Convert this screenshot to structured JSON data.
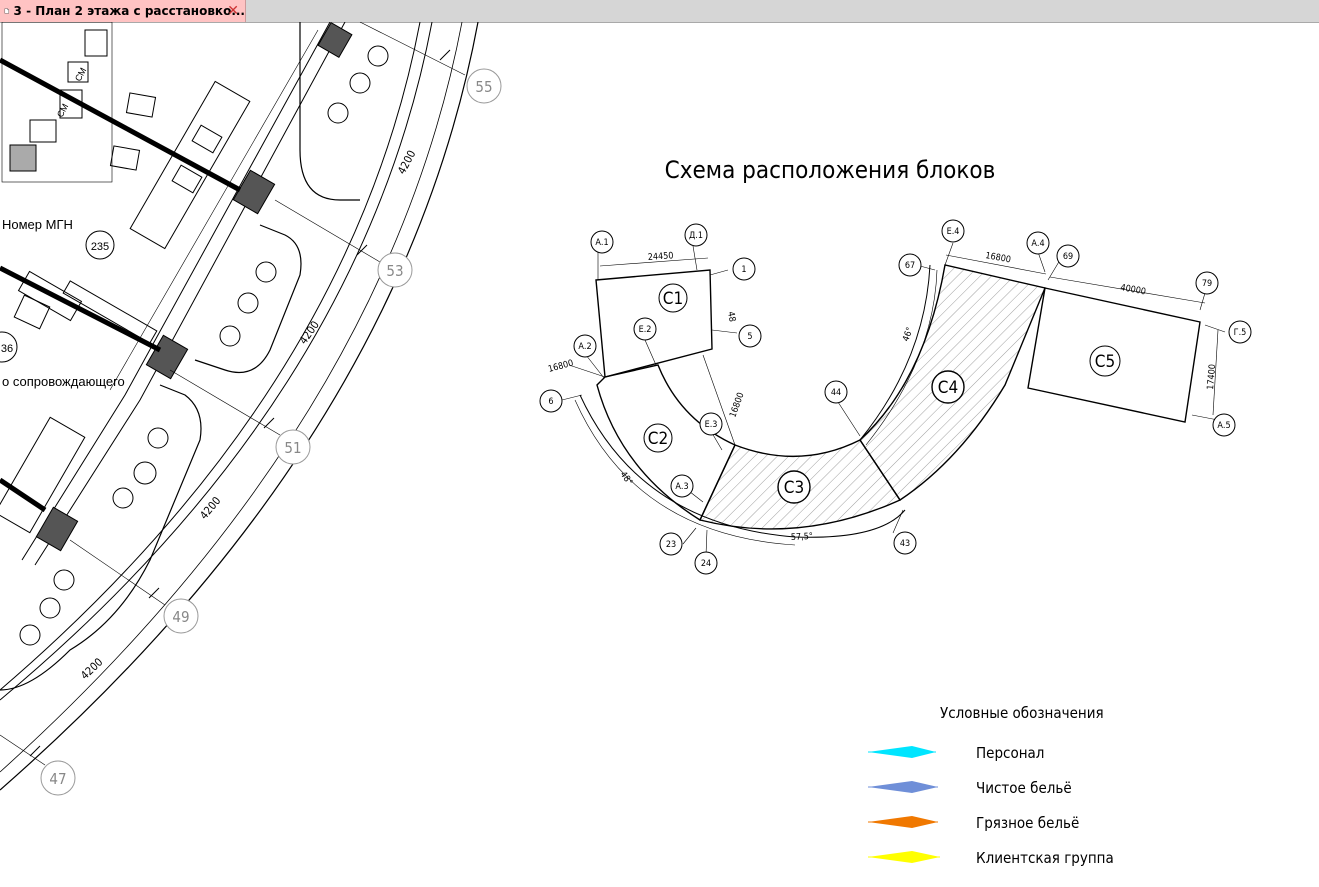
{
  "tab": {
    "title": "3 - План 2 этажа с расстановко...",
    "close": "✕"
  },
  "main_plan": {
    "axis_marks": [
      "55",
      "53",
      "51",
      "49",
      "47"
    ],
    "dims": [
      "4200",
      "4200",
      "4200",
      "4200"
    ],
    "room_number_1": "235",
    "room_number_2": "36",
    "label_mgn": "Номер МГН",
    "label_accompanying": "о сопровождающего",
    "small_labels": [
      "СМ",
      "СМ"
    ]
  },
  "scheme": {
    "title": "Схема расположения блоков",
    "blocks": [
      "С1",
      "С2",
      "С3",
      "С4",
      "С5"
    ],
    "axes": [
      "А.1",
      "Д.1",
      "1",
      "5",
      "Е.2",
      "А.2",
      "6",
      "Е.3",
      "А.3",
      "23",
      "24",
      "43",
      "44",
      "67",
      "Е.4",
      "А.4",
      "69",
      "79",
      "Г.5",
      "А.5"
    ],
    "dims": [
      "24450",
      "16800",
      "16800",
      "16800",
      "40000",
      "17400",
      "57,5°",
      "46°",
      "48°",
      "48"
    ]
  },
  "legend": {
    "title": "Условные обозначения",
    "items": [
      {
        "label": "Персонал",
        "color": "#00e5ff"
      },
      {
        "label": "Чистое бельё",
        "color": "#6f8fd8"
      },
      {
        "label": "Грязное бельё",
        "color": "#f07800"
      },
      {
        "label": "Клиентская группа",
        "color": "#ffff00"
      }
    ]
  }
}
